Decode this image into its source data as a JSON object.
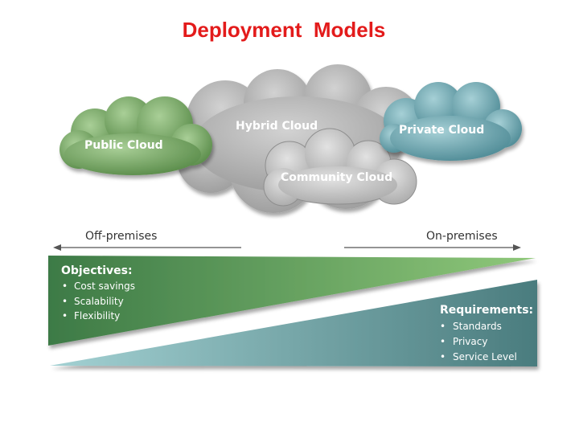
{
  "title": "Deployment  Models",
  "clouds": {
    "public": "Public Cloud",
    "hybrid": "Hybrid Cloud",
    "private": "Private Cloud",
    "community": "Community Cloud"
  },
  "axis": {
    "left": "Off-premises",
    "right": "On-premises"
  },
  "objectives": {
    "heading": "Objectives:",
    "items": [
      "Cost savings",
      "Scalability",
      "Flexibility"
    ]
  },
  "requirements": {
    "heading": "Requirements:",
    "items": [
      "Standards",
      "Privacy",
      "Service Level"
    ]
  },
  "colors": {
    "title": "#e31b1b",
    "public_cloud": "#6e9f5c",
    "hybrid_cloud": "#a9a9a9",
    "private_cloud": "#5f9aa4",
    "community_cloud": "#bdbdbd",
    "objectives_band": "#4f8a52",
    "requirements_band": "#4b7f82"
  }
}
